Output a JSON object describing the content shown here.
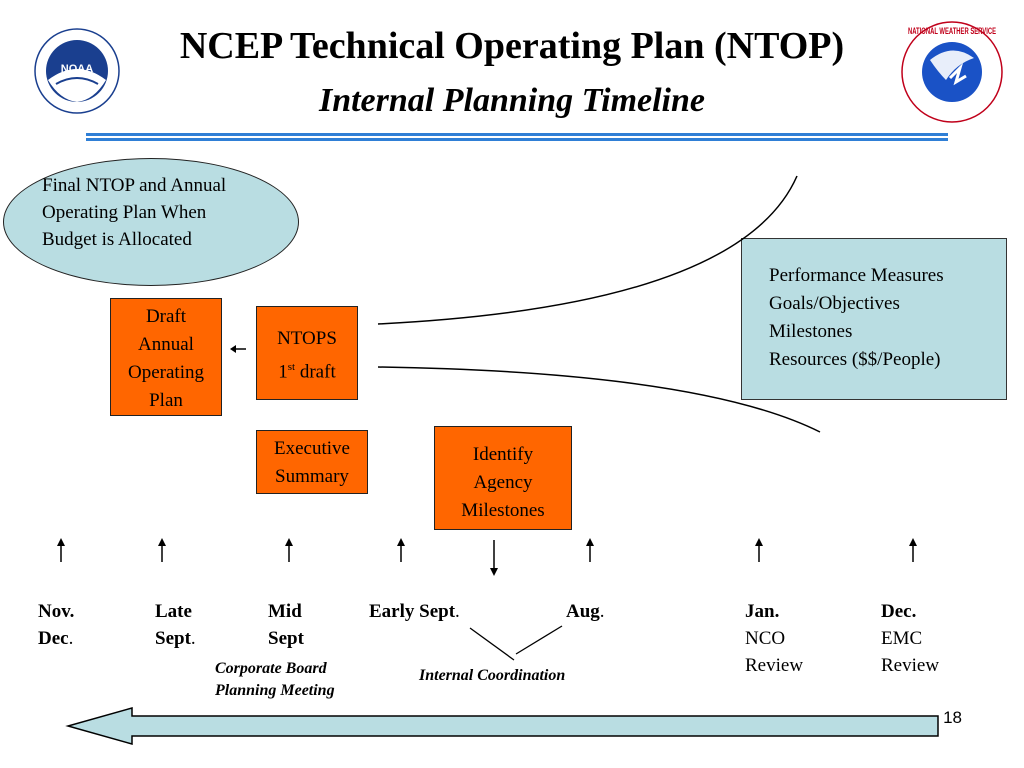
{
  "header": {
    "title": "NCEP Technical Operating Plan (NTOP)",
    "subtitle": "Internal Planning Timeline",
    "logo_left_text": "NOAA",
    "logo_right_text": "NATIONAL WEATHER SERVICE"
  },
  "ellipse": {
    "line1": "Final NTOP and Annual",
    "line2": "Operating Plan When",
    "line3": "Budget is Allocated"
  },
  "performance": {
    "line1": "Performance Measures",
    "line2": "Goals/Objectives",
    "line3": "Milestones",
    "line4": "Resources ($$/People)"
  },
  "boxes": {
    "draft": [
      "Draft",
      "Annual",
      "Operating",
      "Plan"
    ],
    "ntops_line1": "NTOPS",
    "ntops_num": "1",
    "ntops_sup": "st",
    "ntops_rest": " draft",
    "exec": [
      "Executive",
      "Summary"
    ],
    "identify": [
      "Identify",
      "Agency",
      "Milestones"
    ]
  },
  "timeline": {
    "t1": {
      "a": "Nov.",
      "b": "Dec",
      "b_tail": "."
    },
    "t2": {
      "a": "Late",
      "b": "Sept",
      "b_tail": "."
    },
    "t3": {
      "a": "Mid",
      "b": "Sept"
    },
    "t4": {
      "a": "Early Sept",
      "a_tail": "."
    },
    "t5": {
      "a": "Aug",
      "a_tail": "."
    },
    "t6": {
      "a": "Jan.",
      "b": "NCO",
      "c": "Review"
    },
    "t7": {
      "a": "Dec.",
      "b": "EMC",
      "c": "Review"
    }
  },
  "notes": {
    "corporate1": "Corporate Board",
    "corporate2": "Planning Meeting",
    "internal": "Internal Coordination"
  },
  "page_number": "18",
  "colors": {
    "orange": "#ff6600",
    "light_teal": "#b9dde2",
    "rule_blue": "#2f7fd6"
  }
}
